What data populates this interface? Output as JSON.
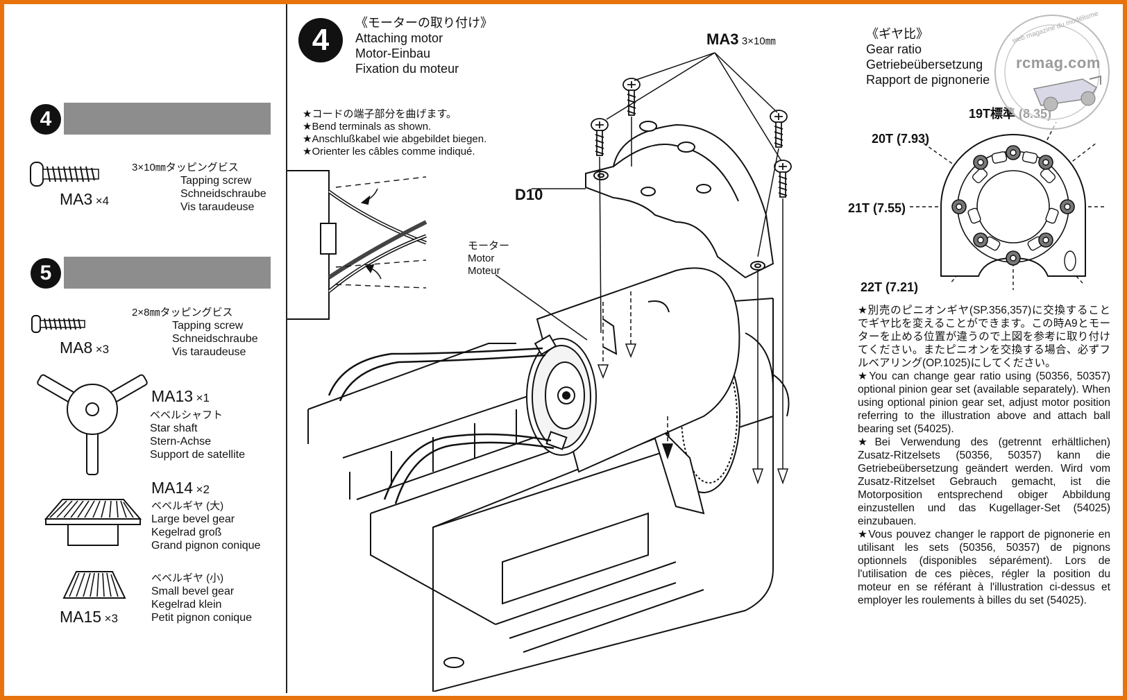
{
  "parts": {
    "step4_badge": "4",
    "step5_badge": "5",
    "ma3": {
      "jp": "3×10㎜タッピングビス",
      "name": "MA3",
      "qty": "×4",
      "en": "Tapping screw",
      "de": "Schneidschraube",
      "fr": "Vis taraudeuse"
    },
    "ma8": {
      "jp": "2×8㎜タッピングビス",
      "name": "MA8",
      "qty": "×3",
      "en": "Tapping screw",
      "de": "Schneidschraube",
      "fr": "Vis taraudeuse"
    },
    "ma13": {
      "name": "MA13",
      "qty": "×1",
      "jp": "ベベルシャフト",
      "en": "Star shaft",
      "de": "Stern-Achse",
      "fr": "Support de satellite"
    },
    "ma14": {
      "name": "MA14",
      "qty": "×2",
      "jp": "ベベルギヤ (大)",
      "en": "Large bevel gear",
      "de": "Kegelrad groß",
      "fr": "Grand pignon conique"
    },
    "ma15": {
      "name": "MA15",
      "qty": "×3",
      "jp": "ベベルギヤ (小)",
      "en": "Small bevel gear",
      "de": "Kegelrad klein",
      "fr": "Petit pignon conique"
    }
  },
  "step": {
    "number": "4",
    "jp": "《モーターの取り付け》",
    "en": "Attaching motor",
    "de": "Motor-Einbau",
    "fr": "Fixation du moteur"
  },
  "bend_note": {
    "jp": "★コードの端子部分を曲げます。",
    "en": "★Bend terminals as shown.",
    "de": "★Anschlußkabel wie abgebildet biegen.",
    "fr": "★Orienter les câbles comme indiqué."
  },
  "diagram": {
    "ma3_label": "MA3",
    "ma3_size": "3×10㎜",
    "d10_label": "D10",
    "motor_jp": "モーター",
    "motor_en": "Motor",
    "motor_fr": "Moteur"
  },
  "gear": {
    "jp": "《ギヤ比》",
    "en": "Gear ratio",
    "de": "Getriebeübersetzung",
    "fr": "Rapport de pignonerie",
    "t19": "19T標準 (8.35)",
    "t20": "20T (7.93)",
    "t21": "21T (7.55)",
    "t22": "22T (7.21)"
  },
  "notes": {
    "jp": "★別売のピニオンギヤ(SP.356,357)に交換することでギヤ比を変えることができます。この時A9とモーターを止める位置が違うので上図を参考に取り付けてください。またピニオンを交換する場合、必ずフルベアリング(OP.1025)にしてください。",
    "en": "★You can change gear ratio using (50356, 50357) optional pinion gear set (available separately). When using optional pinion gear set, adjust motor position referring to the illustration above and attach ball bearing set (54025).",
    "de": "★Bei Verwendung des (getrennt erhältlichen) Zusatz-Ritzelsets (50356, 50357) kann die Getriebeübersetzung geändert werden. Wird vom Zusatz-Ritzelset Gebrauch gemacht, ist die Motorposition entsprechend obiger Abbildung einzustellen und das Kugellager-Set (54025) einzubauen.",
    "fr": "★Vous pouvez changer le rapport de pignonerie en utilisant les sets (50356, 50357) de pignons optionnels (disponibles séparément). Lors de l'utilisation de ces pièces, régler la position du moteur en se référant à l'illustration ci-dessus et employer les roulements à billes du set (54025)."
  },
  "watermark": {
    "site": "rcmag.com",
    "tagline": "web magazine du modélisme"
  }
}
